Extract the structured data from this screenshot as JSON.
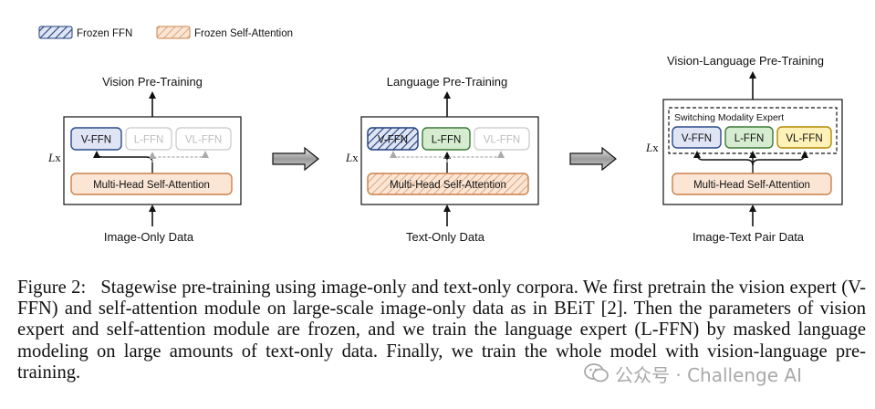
{
  "legend": {
    "frozen_ffn": "Frozen FFN",
    "frozen_attention": "Frozen Self-Attention"
  },
  "stages": [
    {
      "title": "Vision Pre-Training",
      "layer_label": "L",
      "layer_suffix": "x",
      "experts": [
        "V-FFN",
        "L-FFN",
        "VL-FFN"
      ],
      "attention": "Multi-Head Self-Attention",
      "input": "Image-Only Data"
    },
    {
      "title": "Language Pre-Training",
      "layer_label": "L",
      "layer_suffix": "x",
      "experts": [
        "V-FFN",
        "L-FFN",
        "VL-FFN"
      ],
      "attention": "Multi-Head Self-Attention",
      "input": "Text-Only Data"
    },
    {
      "title": "Vision-Language Pre-Training",
      "layer_label": "L",
      "layer_suffix": "x",
      "switch_label": "Switching Modality Expert",
      "experts": [
        "V-FFN",
        "L-FFN",
        "VL-FFN"
      ],
      "attention": "Multi-Head Self-Attention",
      "input": "Image-Text Pair Data"
    }
  ],
  "caption": {
    "label": "Figure 2:",
    "text": "Stagewise pre-training using image-only and text-only corpora. We first pretrain the vision expert (V-FFN) and self-attention module on large-scale image-only data as in BEiT [2]. Then the parameters of vision expert and self-attention module are frozen, and we train the language expert (L-FFN) by masked language modeling on large amounts of text-only data. Finally, we train the whole model with vision-language pre-training."
  },
  "watermark": "公众号 · Challenge AI",
  "colors": {
    "vision": "#dfe5f5",
    "vision_border": "#2a4a8a",
    "language": "#d6ecd0",
    "language_border": "#3a7a35",
    "vl": "#fff2b8",
    "vl_border": "#b28a00",
    "attention": "#fbe6d6",
    "attention_border": "#c9814a",
    "inactive": "#bdbdbd"
  }
}
